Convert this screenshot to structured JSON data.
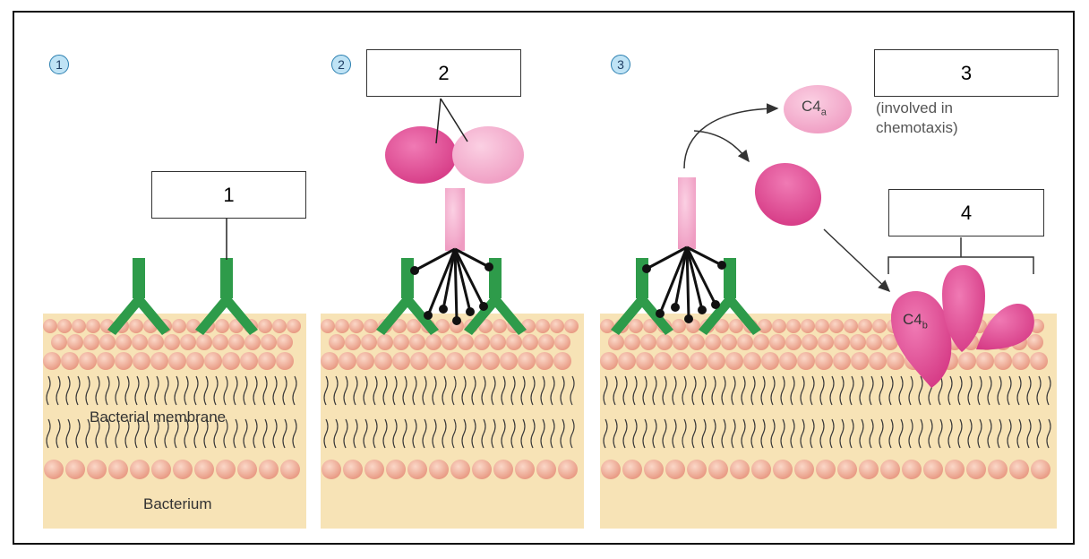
{
  "steps": [
    {
      "marker": "1",
      "label": "1"
    },
    {
      "marker": "2",
      "label": "2"
    },
    {
      "marker": "3",
      "label": "3"
    }
  ],
  "extra_label": "4",
  "captions": {
    "membrane": "Bacterial membrane",
    "bacterium": "Bacterium"
  },
  "fragments": {
    "c4a_main": "C4",
    "c4a_sub": "a",
    "c4b_main": "C4",
    "c4b_sub": "b",
    "chemotaxis_line1": "(involved in",
    "chemotaxis_line2": "chemotaxis)"
  },
  "colors": {
    "antibody": "#2e9b4a",
    "membrane_bg": "#f7e3b6",
    "lipid_head": "#f2b49f",
    "c1_dark": "#e04a93",
    "c1_light": "#f3a6c9",
    "stalk": "#f6c2da"
  }
}
